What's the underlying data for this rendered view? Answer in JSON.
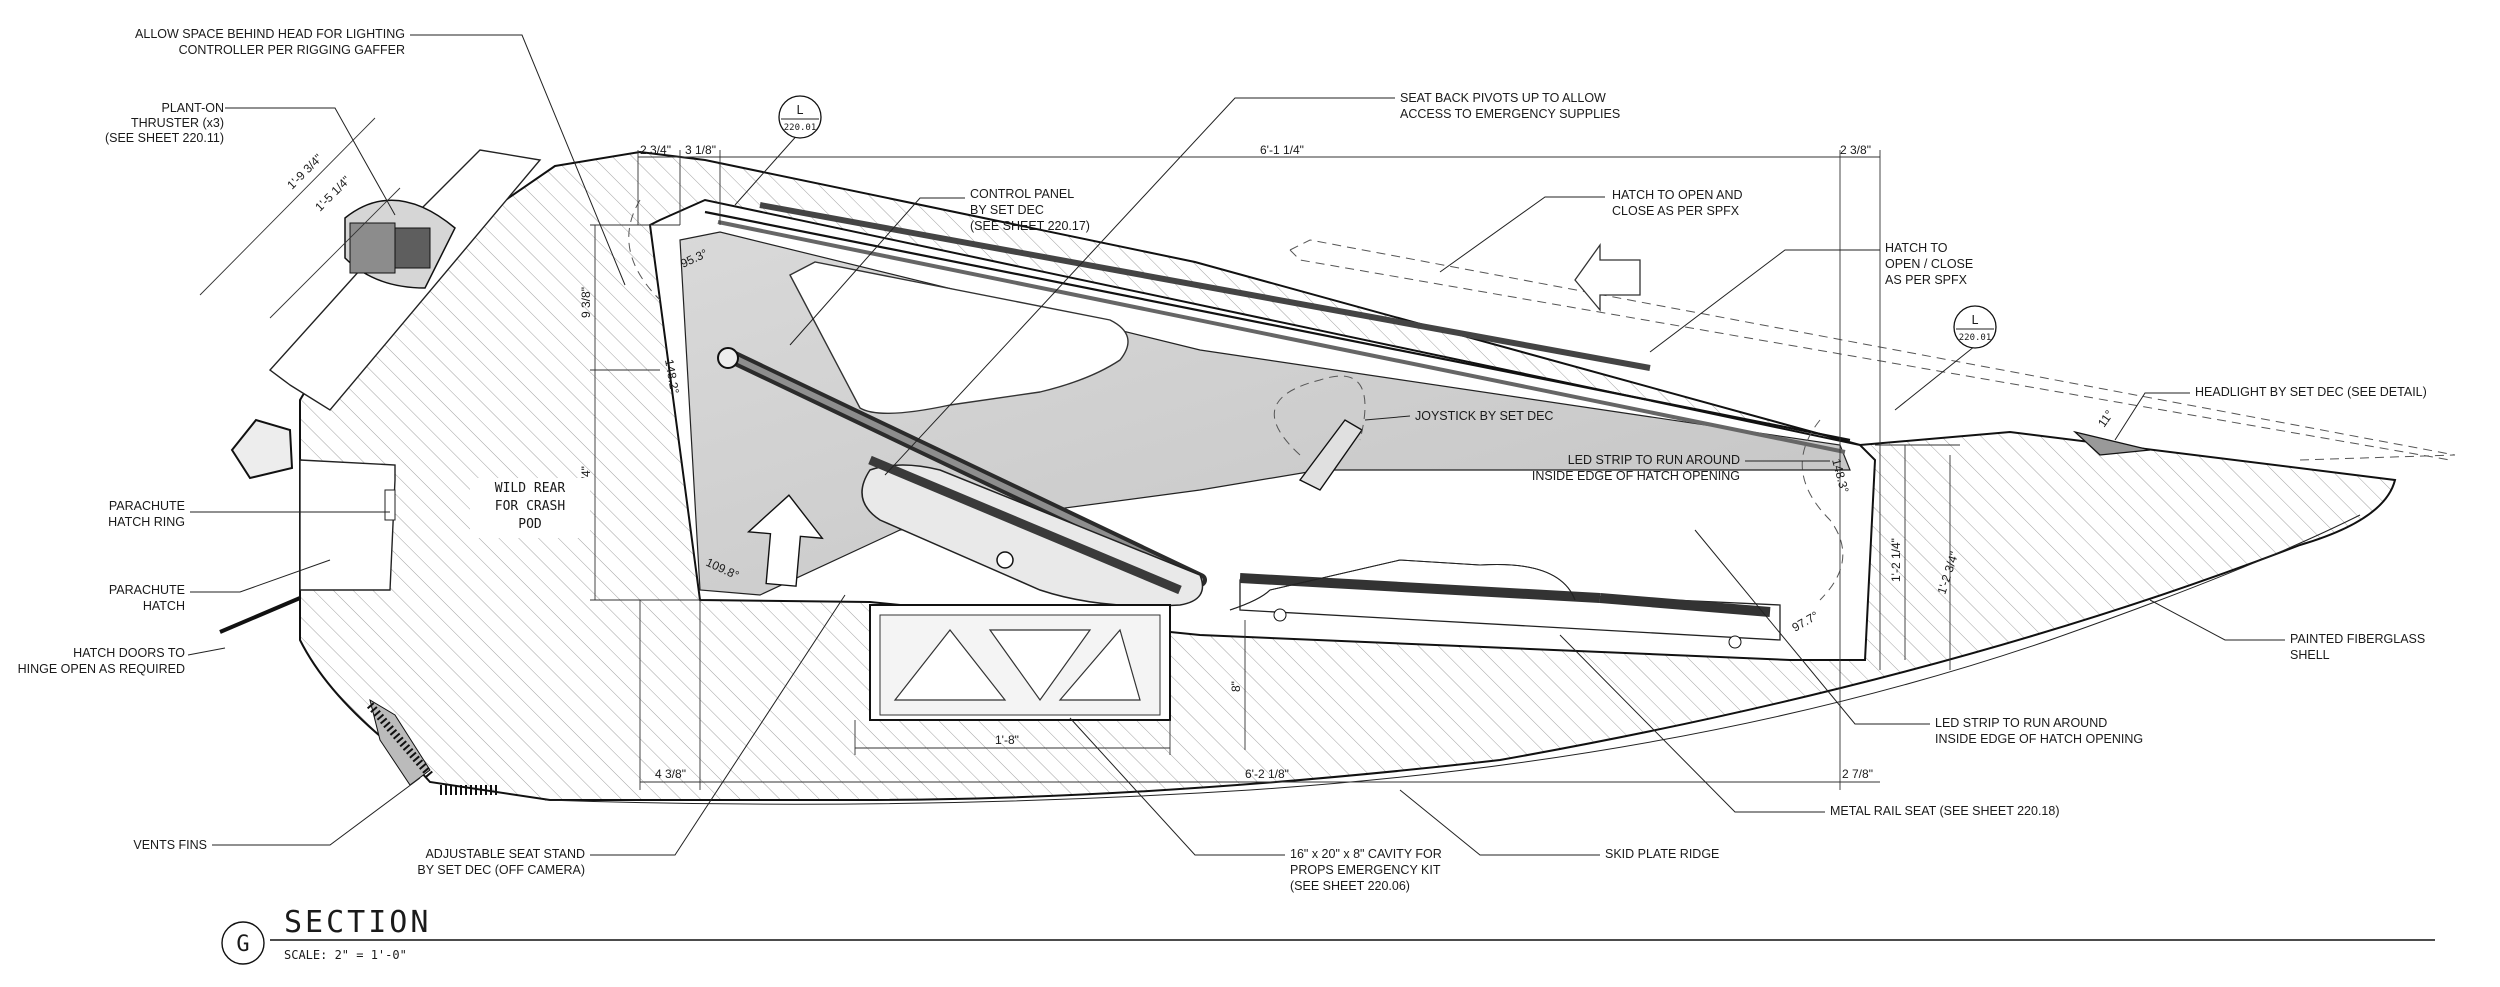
{
  "title_block": {
    "id": "G",
    "title": "SECTION",
    "scale": "SCALE: 2\" = 1'-0\""
  },
  "center_label": [
    "WILD REAR",
    "FOR CRASH",
    "POD"
  ],
  "callouts": {
    "lighting": [
      "ALLOW SPACE BEHIND HEAD FOR LIGHTING",
      "CONTROLLER PER RIGGING GAFFER"
    ],
    "thruster": [
      "PLANT-ON",
      "THRUSTER  (x3)",
      "(SEE SHEET 220.11)"
    ],
    "parachute_ring": [
      "PARACHUTE",
      "HATCH RING"
    ],
    "parachute_hatch": [
      "PARACHUTE",
      "HATCH"
    ],
    "hatch_doors": [
      "HATCH DOORS TO",
      "HINGE OPEN AS REQUIRED"
    ],
    "vents": [
      "VENTS FINS"
    ],
    "seat_stand": [
      "ADJUSTABLE SEAT STAND",
      "BY SET DEC (OFF CAMERA)"
    ],
    "seat_back": [
      "SEAT BACK PIVOTS UP TO ALLOW",
      "ACCESS TO EMERGENCY SUPPLIES"
    ],
    "control_panel": [
      "CONTROL PANEL",
      "BY SET DEC",
      "(SEE SHEET 220.17)"
    ],
    "hatch_spfx_1": [
      "HATCH TO OPEN AND",
      "CLOSE AS PER SPFX"
    ],
    "hatch_spfx_2": [
      "HATCH TO",
      "OPEN / CLOSE",
      "AS PER SPFX"
    ],
    "joystick": [
      "JOYSTICK BY SET DEC"
    ],
    "headlight": [
      "HEADLIGHT BY SET DEC (SEE DETAIL)"
    ],
    "led_top": [
      "LED STRIP TO RUN AROUND",
      "INSIDE EDGE OF HATCH OPENING"
    ],
    "led_bottom": [
      "LED STRIP TO RUN AROUND",
      "INSIDE EDGE OF HATCH OPENING"
    ],
    "fiberglass": [
      "PAINTED FIBERGLASS",
      "SHELL"
    ],
    "rail_seat": [
      "METAL RAIL SEAT (SEE SHEET 220.18)"
    ],
    "cavity": [
      "16\" x 20\" x 8\" CAVITY FOR",
      "PROPS EMERGENCY KIT",
      "(SEE SHEET 220.06)"
    ],
    "skid": [
      "SKID PLATE RIDGE"
    ]
  },
  "section_marks": [
    {
      "letter": "L",
      "sheet": "220.01"
    },
    {
      "letter": "L",
      "sheet": "220.01"
    }
  ],
  "dimensions": {
    "top_a": "2 3/4\"",
    "top_b": "3 1/8\"",
    "top_main": "6'-1 1/4\"",
    "top_right": "2 3/8\"",
    "diag_a": "1'-9 3/4\"",
    "diag_b": "1'-5 1/4\"",
    "vert_a": "9 3/8\"",
    "vert_b": "1'-2 3/4\"",
    "bottom_left": "4 3/8\"",
    "bottom_main": "6'-2 1/8\"",
    "bottom_right": "2 7/8\"",
    "cavity_width": "1'-8\"",
    "cavity_depth": "8\"",
    "right_vert_a": "1'-2 1/4\"",
    "right_vert_b": "1'-2 3/4\"",
    "angle_a": "95.3°",
    "angle_b": "148.2°",
    "angle_c": "109.8°",
    "angle_d": "148.3°",
    "angle_e": "97.7°",
    "headlight_angle": "11°"
  }
}
